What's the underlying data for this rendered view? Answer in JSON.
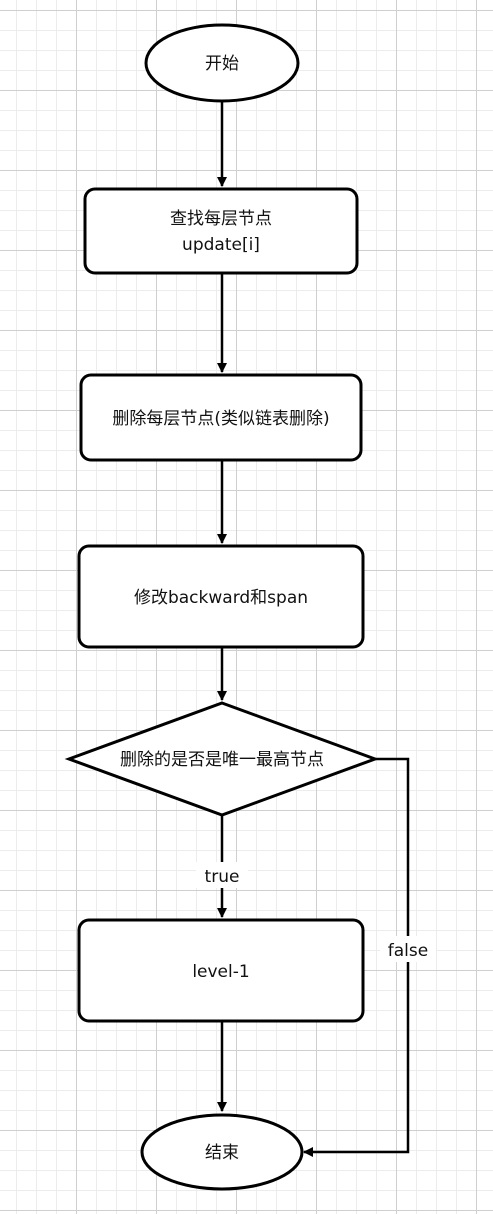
{
  "flowchart": {
    "nodes": {
      "start": {
        "label": "开始"
      },
      "find_nodes": {
        "line1": "查找每层节点",
        "line2": "update[i]"
      },
      "delete_nodes": {
        "label": "删除每层节点(类似链表删除)"
      },
      "modify": {
        "label": "修改backward和span"
      },
      "decision": {
        "label": "删除的是否是唯一最高节点"
      },
      "level": {
        "label": "level-1"
      },
      "end": {
        "label": "结束"
      }
    },
    "edges": {
      "true_label": "true",
      "false_label": "false"
    }
  }
}
